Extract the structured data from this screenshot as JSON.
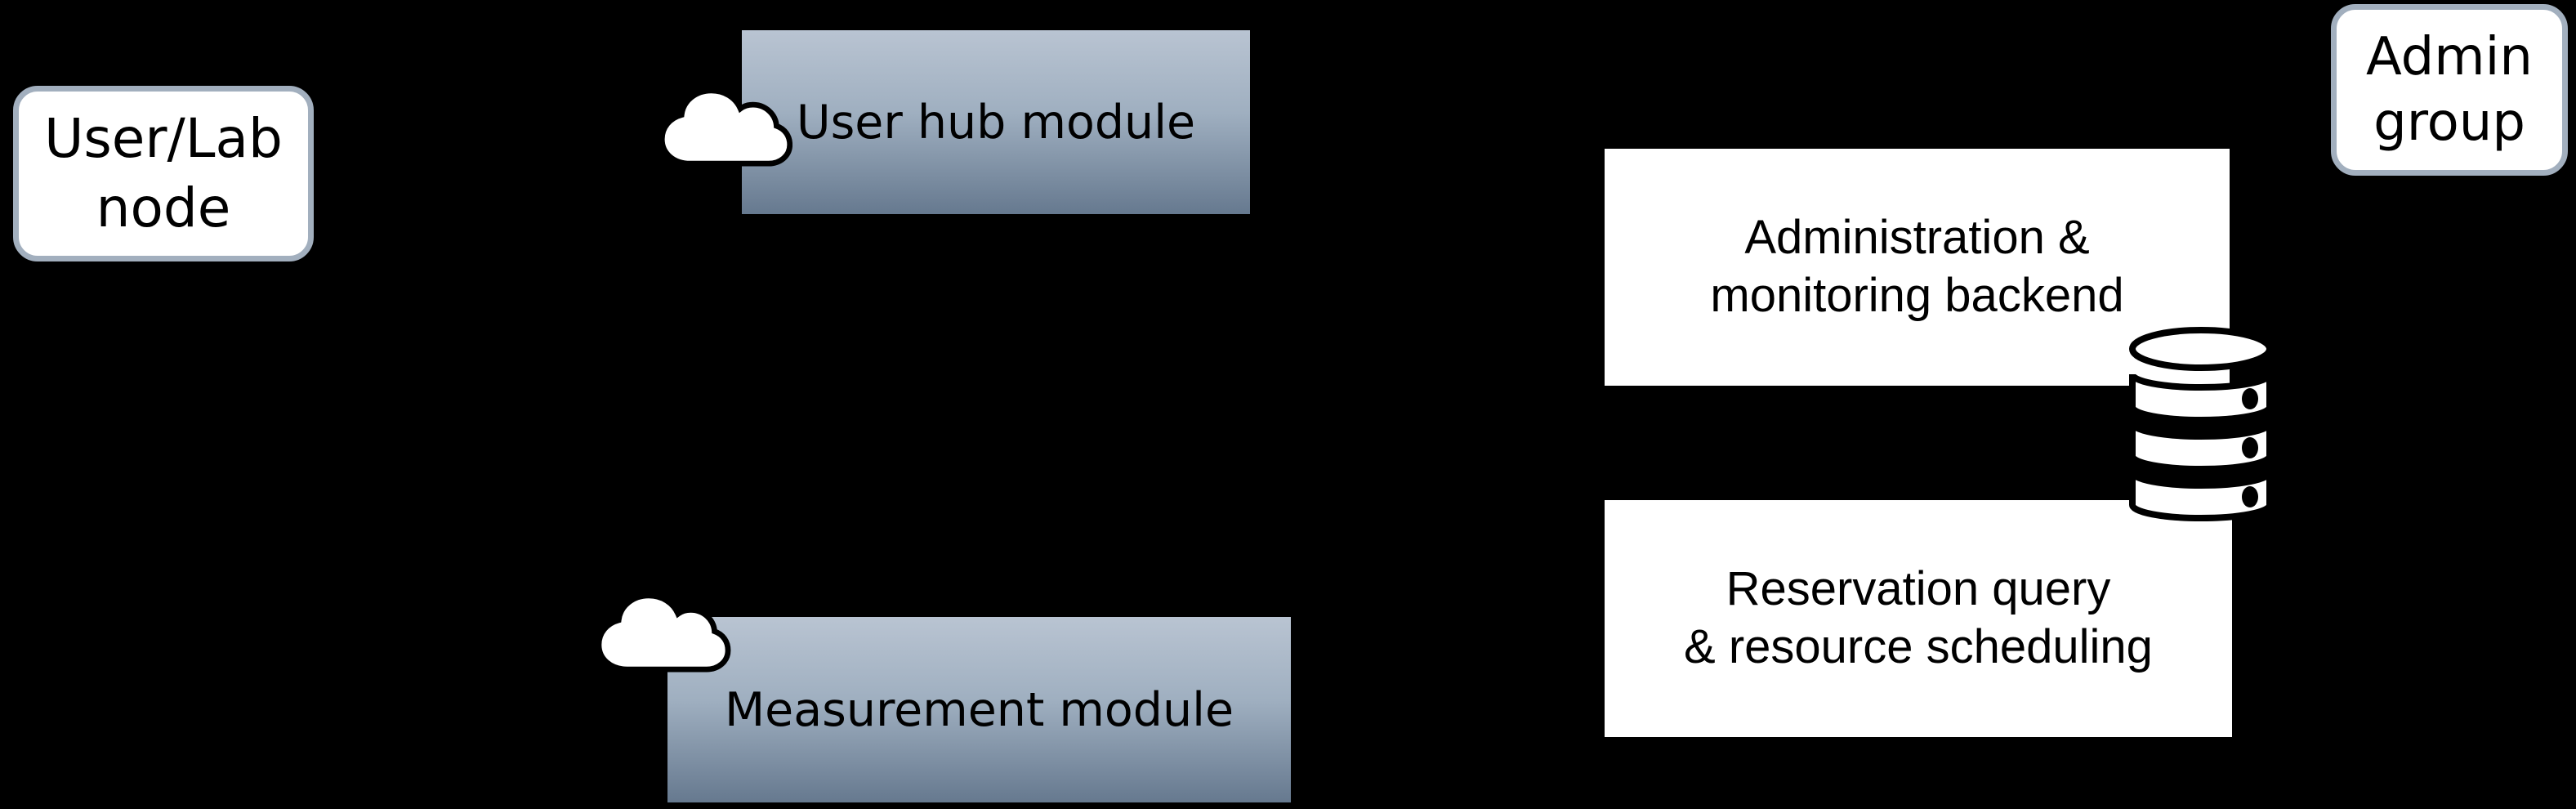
{
  "diagram": {
    "background_color": "#000000",
    "colors": {
      "node_border": "#a2afbe",
      "node_fill": "#ffffff",
      "module_gradient_top": "#b9c4d2",
      "module_gradient_bottom": "#66798f",
      "process_box_fill": "#ffffff",
      "text": "#000000",
      "icon_fill": "#ffffff",
      "icon_outline": "#000000"
    },
    "nodes": {
      "user_lab": {
        "line1": "User/Lab",
        "line2": "node"
      },
      "admin_group": {
        "line1": "Admin",
        "line2": "group"
      }
    },
    "modules": {
      "user_hub": {
        "label": "User hub module"
      },
      "measurement": {
        "label": "Measurement module"
      }
    },
    "processes": {
      "admin_backend": {
        "line1": "Administration &",
        "line2": "monitoring backend"
      },
      "reservation": {
        "line1": "Reservation query",
        "line2": "& resource scheduling"
      }
    },
    "icons": {
      "cloud_user_hub": "cloud-icon",
      "cloud_measurement": "cloud-icon",
      "database": "database-icon"
    }
  }
}
